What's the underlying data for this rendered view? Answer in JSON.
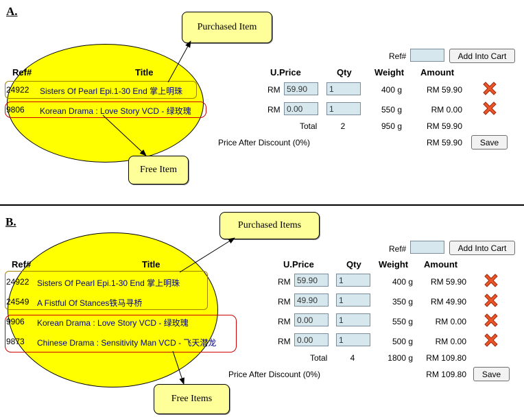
{
  "colors": {
    "highlight": "#ffff00",
    "callout": "#ffff99",
    "input": "#d6e8ee",
    "title_text": "#000080",
    "delete": "#e8562a"
  },
  "icons": {
    "delete": "delete-x-icon"
  },
  "sections": [
    {
      "label": "A.",
      "callout_purchased": "Purchased Item",
      "callout_free": "Free Item",
      "ref_label": "Ref#",
      "add_button": "Add Into Cart",
      "headers": {
        "ref": "Ref#",
        "title": "Title",
        "uprice": "U.Price",
        "qty": "Qty",
        "weight": "Weight",
        "amount": "Amount"
      },
      "rows": [
        {
          "ref": "24922",
          "title": "Sisters Of Pearl Epi.1-30 End 掌上明珠",
          "currency": "RM",
          "price": "59.90",
          "qty": "1",
          "weight": "400 g",
          "amount": "RM 59.90"
        },
        {
          "ref": "9806",
          "title": "Korean Drama : Love Story VCD - 绿玫瑰",
          "currency": "RM",
          "price": "0.00",
          "qty": "1",
          "weight": "550 g",
          "amount": "RM 0.00"
        }
      ],
      "total_label": "Total",
      "total_qty": "2",
      "total_weight": "950 g",
      "total_amount": "RM 59.90",
      "discount_label": "Price After Discount (0%)",
      "discount_amount": "RM 59.90",
      "save_button": "Save"
    },
    {
      "label": "B.",
      "callout_purchased": "Purchased Items",
      "callout_free": "Free Items",
      "ref_label": "Ref#",
      "add_button": "Add Into Cart",
      "headers": {
        "ref": "Ref#",
        "title": "Title",
        "uprice": "U.Price",
        "qty": "Qty",
        "weight": "Weight",
        "amount": "Amount"
      },
      "rows": [
        {
          "ref": "24922",
          "title": "Sisters Of Pearl Epi.1-30 End 掌上明珠",
          "currency": "RM",
          "price": "59.90",
          "qty": "1",
          "weight": "400 g",
          "amount": "RM 59.90"
        },
        {
          "ref": "24549",
          "title": "A Fistful Of Stances铁马寻桥",
          "currency": "RM",
          "price": "49.90",
          "qty": "1",
          "weight": "350 g",
          "amount": "RM 49.90"
        },
        {
          "ref": "9906",
          "title": "Korean Drama : Love Story VCD - 绿玫瑰",
          "currency": "RM",
          "price": "0.00",
          "qty": "1",
          "weight": "550 g",
          "amount": "RM 0.00"
        },
        {
          "ref": "9873",
          "title": "Chinese Drama : Sensitivity Man VCD - 飞天潜龙",
          "currency": "RM",
          "price": "0.00",
          "qty": "1",
          "weight": "500 g",
          "amount": "RM 0.00"
        }
      ],
      "total_label": "Total",
      "total_qty": "4",
      "total_weight": "1800 g",
      "total_amount": "RM 109.80",
      "discount_label": "Price After Discount (0%)",
      "discount_amount": "RM 109.80",
      "save_button": "Save"
    }
  ]
}
